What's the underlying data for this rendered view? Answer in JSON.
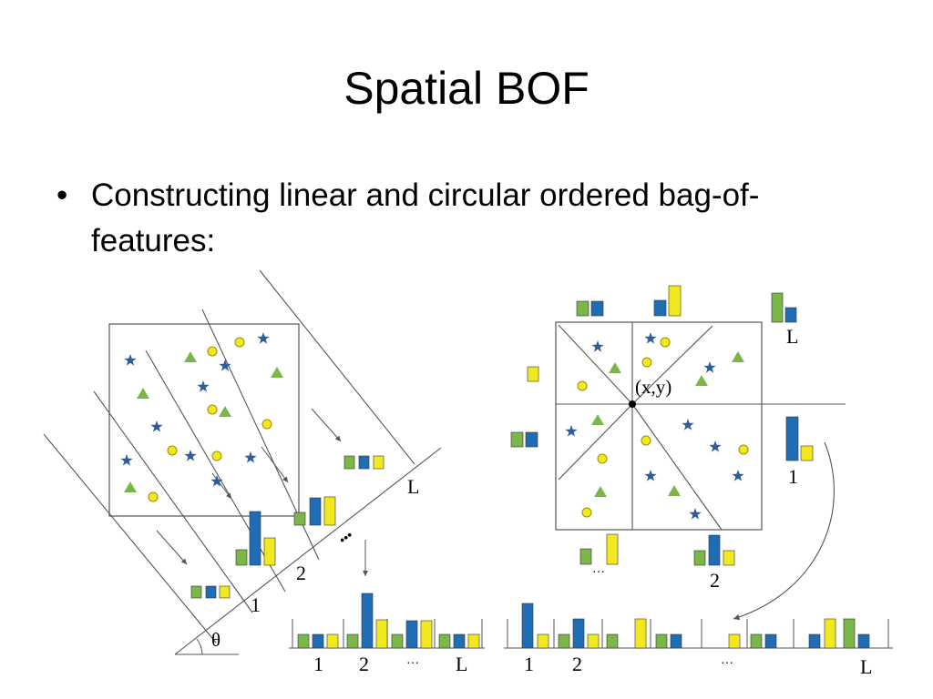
{
  "slide": {
    "title": "Spatial BOF",
    "bullet_symbol": "•",
    "bullet_text": "Constructing linear and circular ordered bag-of-features:"
  },
  "colors": {
    "green": "#7ab648",
    "blue": "#1f6eb5",
    "yellow": "#f2e81f",
    "star": "#2f5d9b",
    "line": "#555555"
  },
  "linear": {
    "angle_label": "θ",
    "bin_labels": [
      "1",
      "2",
      "L"
    ],
    "dots": "•••"
  },
  "circular": {
    "center_label": "(x,y)",
    "bin_labels": [
      "1",
      "2",
      "L"
    ],
    "dots": "···"
  },
  "bottom_left": {
    "tick_labels": [
      "1",
      "2",
      "···",
      "L"
    ]
  },
  "bottom_right": {
    "tick_labels": [
      "1",
      "2",
      "···",
      "L"
    ]
  }
}
